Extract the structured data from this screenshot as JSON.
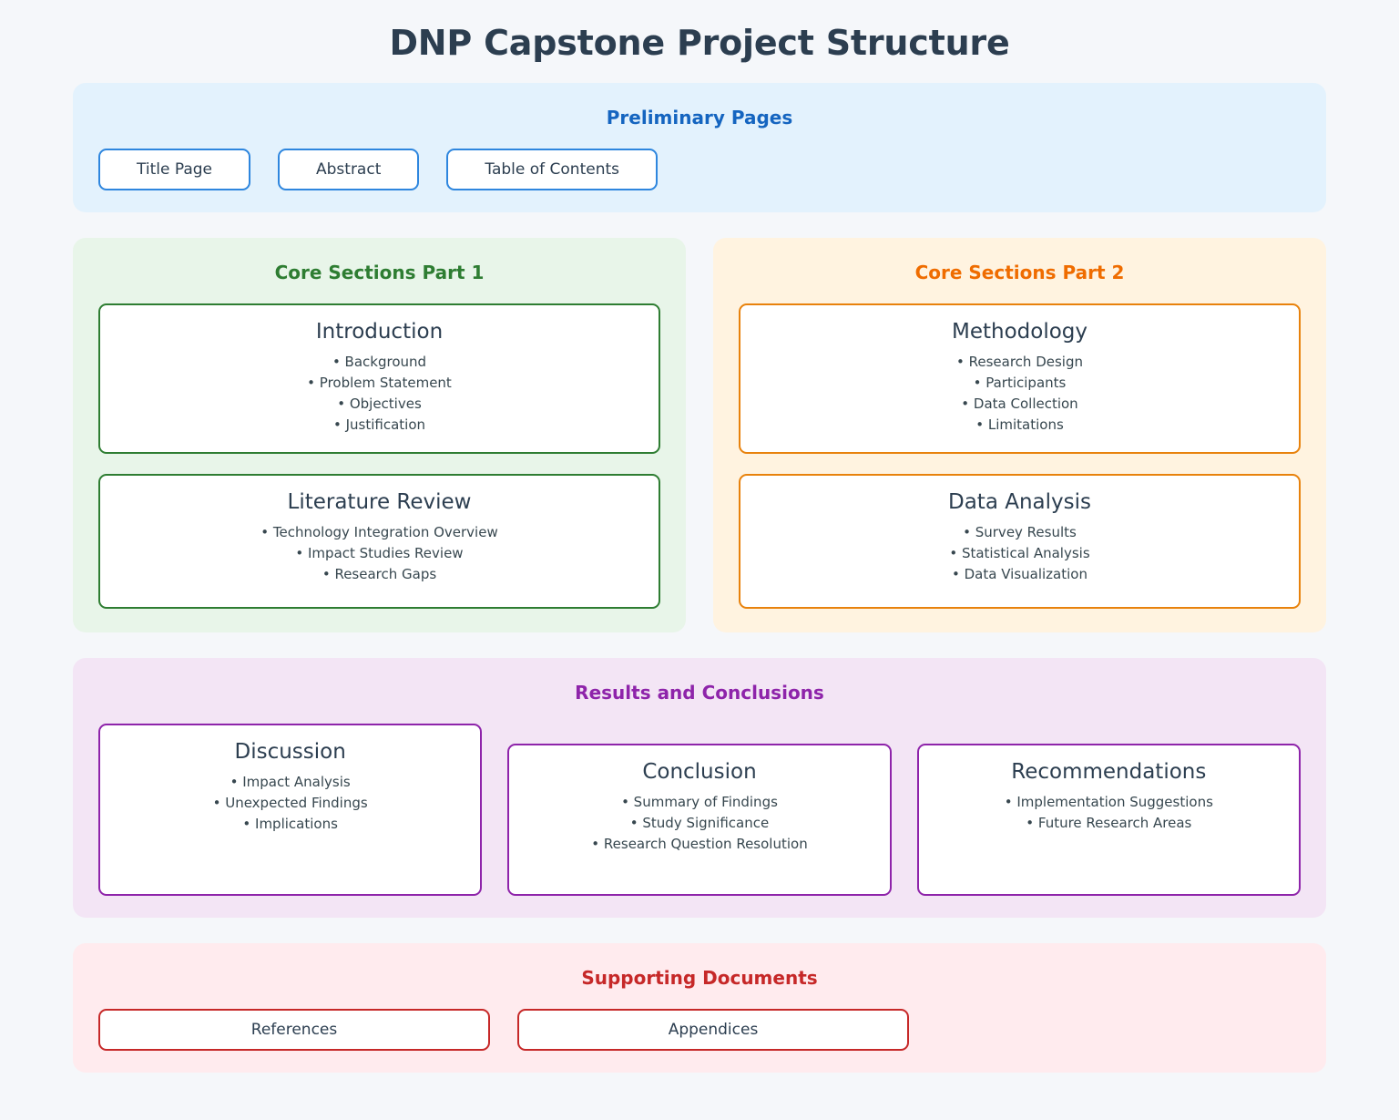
{
  "page": {
    "title": "DNP Capstone Project Structure",
    "background_color": "#f5f7fa",
    "title_color": "#2c3e50"
  },
  "sections": {
    "preliminary": {
      "title": "Preliminary Pages",
      "accent_color": "#1565c0",
      "border_color": "#2e86de",
      "background_color": "#e3f2fd",
      "items": [
        {
          "label": "Title Page"
        },
        {
          "label": "Abstract"
        },
        {
          "label": "Table of Contents"
        }
      ]
    },
    "core_part1": {
      "title": "Core Sections Part 1",
      "accent_color": "#2e7d32",
      "border_color": "#2e7d32",
      "background_color": "#e8f5e9",
      "cards": [
        {
          "title": "Introduction",
          "items": [
            "• Background",
            "• Problem Statement",
            "• Objectives",
            "• Justification"
          ]
        },
        {
          "title": "Literature Review",
          "items": [
            "• Technology Integration Overview",
            "• Impact Studies Review",
            "• Research Gaps"
          ]
        }
      ]
    },
    "core_part2": {
      "title": "Core Sections Part 2",
      "accent_color": "#ef6c00",
      "border_color": "#e8820c",
      "background_color": "#fff3e0",
      "cards": [
        {
          "title": "Methodology",
          "items": [
            "• Research Design",
            "• Participants",
            "• Data Collection",
            "• Limitations"
          ]
        },
        {
          "title": "Data Analysis",
          "items": [
            "• Survey Results",
            "• Statistical Analysis",
            "• Data Visualization"
          ]
        }
      ]
    },
    "results": {
      "title": "Results and Conclusions",
      "accent_color": "#8e24aa",
      "border_color": "#8e24aa",
      "background_color": "#f3e5f5",
      "cards": [
        {
          "title": "Discussion",
          "items": [
            "• Impact Analysis",
            "• Unexpected Findings",
            "• Implications"
          ]
        },
        {
          "title": "Conclusion",
          "items": [
            "• Summary of Findings",
            "• Study Significance",
            "• Research Question Resolution"
          ]
        },
        {
          "title": "Recommendations",
          "items": [
            "• Implementation Suggestions",
            "• Future Research Areas"
          ]
        }
      ]
    },
    "supporting": {
      "title": "Supporting Documents",
      "accent_color": "#c62828",
      "border_color": "#c62828",
      "background_color": "#ffebee",
      "items": [
        {
          "label": "References"
        },
        {
          "label": "Appendices"
        }
      ]
    }
  }
}
